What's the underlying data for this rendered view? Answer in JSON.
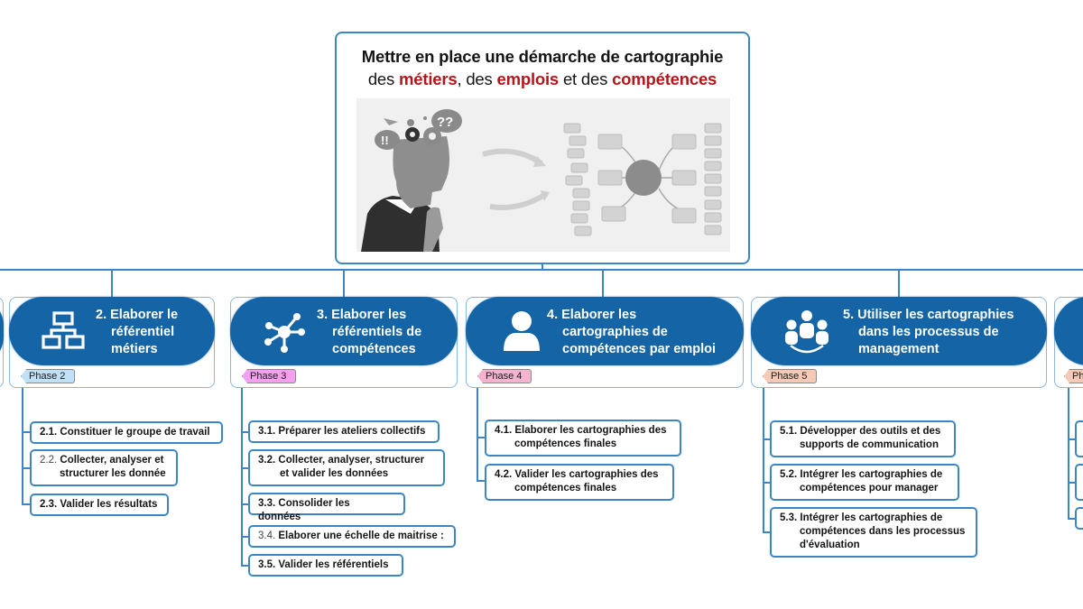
{
  "root": {
    "title_line1": "Mettre en place une démarche de cartographie",
    "title_line2": {
      "p1": "des ",
      "h1": "métiers",
      "p2": ", des ",
      "h2": "emplois",
      "p3": " et des ",
      "h3": "compétences"
    },
    "illustration": "person-thinking-to-mindmap-illustration"
  },
  "colors": {
    "phase_fill": "#1565a6",
    "connector": "#3d86c6",
    "highlight_red": "#b3161c",
    "tag_phase2": "#bfe0f7",
    "tag_phase3": "#f59ff0",
    "tag_phase4": "#f6b3cf",
    "tag_phase5": "#f5c9b5"
  },
  "phases": [
    {
      "id": "2",
      "num": "2.",
      "title_lines": [
        "Elaborer le",
        "référentiel",
        "métiers"
      ],
      "icon": "org-chart-icon",
      "tag": "Phase 2",
      "tasks": [
        {
          "num": "2.1.",
          "lines": [
            "Constituer le groupe de travail"
          ]
        },
        {
          "num": "2.2.",
          "lines": [
            "Collecter, analyser et",
            "structurer les donnée"
          ]
        },
        {
          "num": "2.3.",
          "lines": [
            "Valider les résultats"
          ]
        }
      ]
    },
    {
      "id": "3",
      "num": "3.",
      "title_lines": [
        "Elaborer les",
        "référentiels de",
        "compétences"
      ],
      "icon": "network-nodes-icon",
      "tag": "Phase 3",
      "tasks": [
        {
          "num": "3.1.",
          "lines": [
            "Préparer les ateliers collectifs"
          ]
        },
        {
          "num": "3.2.",
          "lines": [
            "Collecter, analyser, structurer",
            "et valider les données"
          ]
        },
        {
          "num": "3.3.",
          "lines": [
            "Consolider les données"
          ]
        },
        {
          "num": "3.4.",
          "lines": [
            "Elaborer une échelle de maitrise :"
          ]
        },
        {
          "num": "3.5.",
          "lines": [
            "Valider les référentiels"
          ]
        }
      ]
    },
    {
      "id": "4",
      "num": "4.",
      "title_lines": [
        "Elaborer les",
        "cartographies de",
        "compétences par emploi"
      ],
      "icon": "person-icon",
      "tag": "Phase 4",
      "tasks": [
        {
          "num": "4.1.",
          "lines": [
            "Elaborer les cartographies des",
            "compétences finales"
          ]
        },
        {
          "num": "4.2.",
          "lines": [
            "Valider les cartographies des",
            "compétences finales"
          ]
        }
      ]
    },
    {
      "id": "5",
      "num": "5.",
      "title_lines": [
        "Utiliser les cartographies",
        "dans les processus de",
        "management"
      ],
      "icon": "team-icon",
      "tag": "Phase 5",
      "tasks": [
        {
          "num": "5.1.",
          "lines": [
            "Développer des outils et des",
            "supports de communication"
          ]
        },
        {
          "num": "5.2.",
          "lines": [
            "Intégrer les cartographies de",
            "compétences pour manager"
          ]
        },
        {
          "num": "5.3.",
          "lines": [
            "Intégrer les cartographies de",
            "compétences dans les processus",
            "d'évaluation"
          ]
        }
      ]
    },
    {
      "id": "6-partial",
      "tag": "Pha"
    }
  ]
}
